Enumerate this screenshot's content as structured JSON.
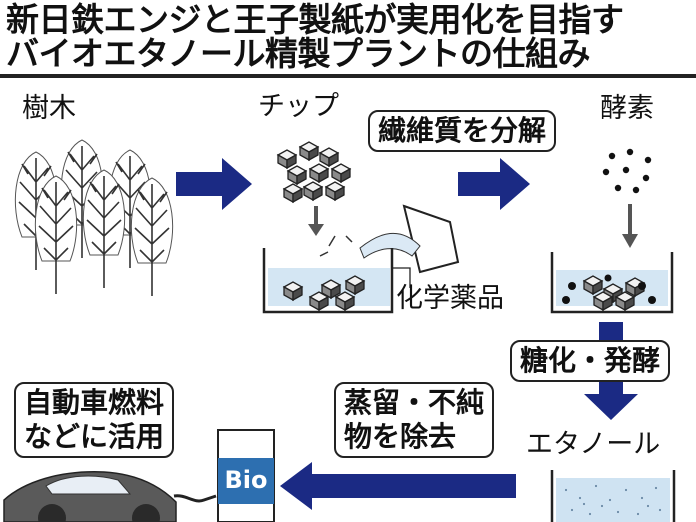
{
  "title": {
    "line1": "新日鉄エンジと王子製紙が実用化を目指す",
    "line2": "バイオエタノール精製プラントの仕組み"
  },
  "labels": {
    "trees": "樹木",
    "chips": "チップ",
    "enzyme": "酵素",
    "chemicals": "化学薬品",
    "ethanol": "エタノール",
    "bio": "Bio"
  },
  "steps": {
    "decompose": "繊維質を分解",
    "saccharify_line": "糖化・発酵",
    "distill_line1": "蒸留・不純",
    "distill_line2": "物を除去",
    "fuel_line1": "自動車燃料",
    "fuel_line2": "などに活用"
  },
  "colors": {
    "arrow": "#1b2a84",
    "liquid": "#d4e6f3",
    "ethanol": "#cfe3f2"
  },
  "icons": [
    "tree-icon",
    "chip-cube-icon",
    "enzyme-dot-icon",
    "beaker-icon",
    "flask-icon",
    "car-icon",
    "fuel-tank-icon"
  ]
}
